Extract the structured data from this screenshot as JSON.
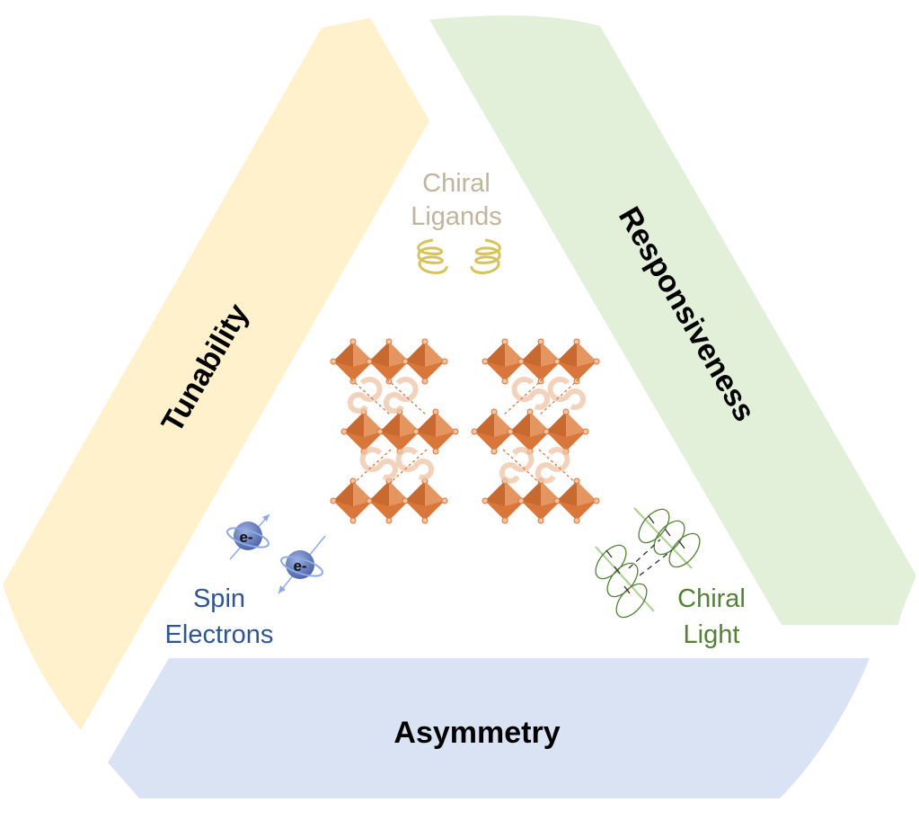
{
  "figure": {
    "bands": [
      {
        "id": "tunability",
        "label": "Tunability",
        "color": "#fff1cc",
        "text_color": "#000000"
      },
      {
        "id": "responsiveness",
        "label": "Responsiveness",
        "color": "#e2efd9",
        "text_color": "#000000"
      },
      {
        "id": "asymmetry",
        "label": "Asymmetry",
        "color": "#dae3f3",
        "text_color": "#000000"
      }
    ],
    "inner_labels": {
      "ligands": {
        "line1": "Chiral",
        "line2": "Ligands",
        "color": "#bfb59a"
      },
      "electrons": {
        "line1": "Spin",
        "line2": "Electrons",
        "color": "#2f5597"
      },
      "light": {
        "line1": "Chiral",
        "line2": "Light",
        "color": "#548235"
      }
    },
    "electron_symbol": "e-",
    "colors": {
      "octahedron": "#d9773b",
      "octahedron_light": "#e9a06e",
      "ligand_helix": "#d6c45a",
      "electron_ball": "#6f86c8",
      "electron_orbit": "#8ea9e8",
      "light_wave": "#548235"
    },
    "structures": [
      {
        "id": "left-perovskite",
        "mirror": false
      },
      {
        "id": "right-perovskite",
        "mirror": true
      }
    ]
  }
}
